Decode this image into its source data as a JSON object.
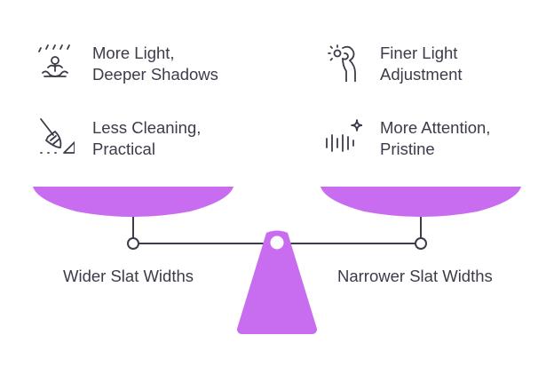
{
  "colors": {
    "accent": "#c86cf0",
    "ink": "#3f3a4a",
    "background": "#ffffff"
  },
  "left": {
    "label": "Wider Slat Widths",
    "items": [
      {
        "icon": "sun-meditation-icon",
        "line1": "More Light,",
        "line2": "Deeper Shadows"
      },
      {
        "icon": "broom-icon",
        "line1": "Less Cleaning,",
        "line2": "Practical"
      }
    ]
  },
  "right": {
    "label": "Narrower Slat Widths",
    "items": [
      {
        "icon": "hand-adjust-icon",
        "line1": "Finer Light",
        "line2": "Adjustment"
      },
      {
        "icon": "sparkle-lines-icon",
        "line1": "More Attention,",
        "line2": "Pristine"
      }
    ]
  }
}
